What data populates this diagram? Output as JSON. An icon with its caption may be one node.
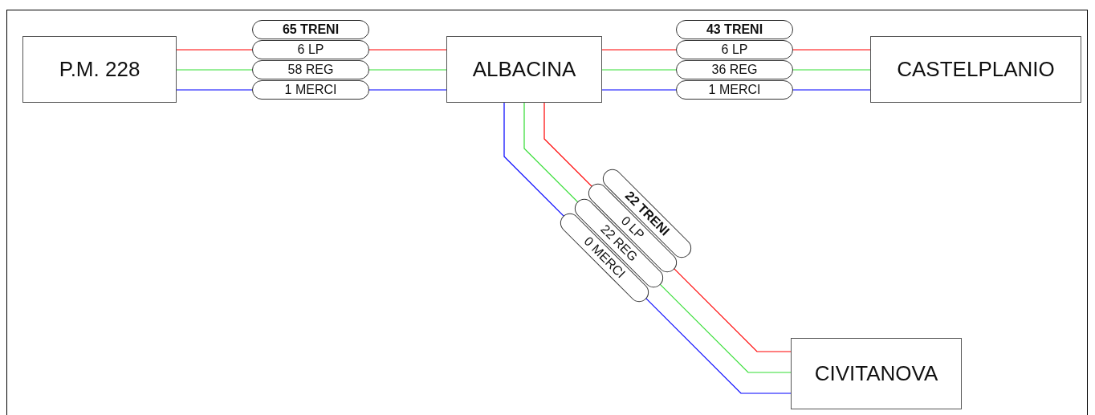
{
  "diagram": {
    "nodes": [
      {
        "text": [
          "P.M. 228"
        ]
      },
      {
        "text": [
          "ALBACINA"
        ]
      },
      {
        "text": [
          "CASTELPLANIO"
        ]
      },
      {
        "text": [
          "CIVITANOVA"
        ]
      }
    ],
    "edges": [
      {
        "from": 0,
        "to": 1,
        "arrow": "none",
        "label": "6 LP",
        "color": "#ff0000"
      },
      {
        "from": 0,
        "to": 1,
        "arrow": "none",
        "label": "58 REG",
        "color": "#33dd33"
      },
      {
        "from": 0,
        "to": 1,
        "arrow": "none",
        "label": "1 MERCI",
        "color": "#0000ff"
      },
      {
        "from": 1,
        "to": 2,
        "arrow": "none",
        "label": "6 LP",
        "color": "#ff0000"
      },
      {
        "from": 1,
        "to": 2,
        "arrow": "none",
        "label": "36 REG",
        "color": "#33dd33"
      },
      {
        "from": 1,
        "to": 2,
        "arrow": "none",
        "label": "1 MERCI",
        "color": "#0000ff"
      },
      {
        "from": 1,
        "to": 3,
        "arrow": "none",
        "label": "0 LP",
        "color": "#ff0000"
      },
      {
        "from": 1,
        "to": 3,
        "arrow": "none",
        "label": "22 REG",
        "color": "#33dd33"
      },
      {
        "from": 1,
        "to": 3,
        "arrow": "none",
        "label": "0 MERCI",
        "color": "#0000ff"
      }
    ],
    "labels": [
      "65 TRENI",
      "43 TRENI",
      "22 TRENI"
    ]
  }
}
